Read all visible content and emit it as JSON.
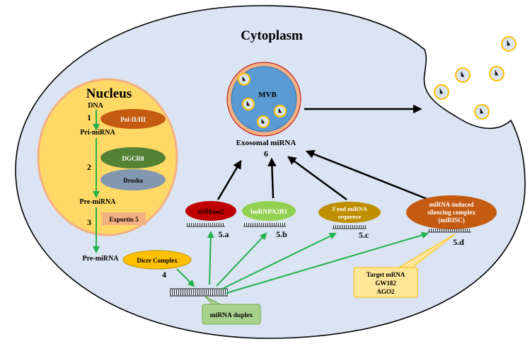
{
  "cell": {
    "cytoplasm_label": "Cytoplasm",
    "nucleus_label": "Nucleus"
  },
  "nucleus": {
    "dna": "DNA",
    "pri_mirna": "Pri-miRNA",
    "pre_mirna_inside": "Pre-miRNA",
    "steps": [
      "1",
      "2",
      "3"
    ],
    "enzymes": {
      "pol": "Pol-II/III",
      "dgcr8": "DGCR8",
      "drosha": "Drosha",
      "exportin": "Exportin 5"
    }
  },
  "cytoplasm": {
    "pre_mirna_outside": "Pre-miRNA",
    "dicer": "Dicer Complex",
    "step4": "4",
    "duplex": "miRNA duplex",
    "mvb": "MVB",
    "exosomal": "Exosomal miRNA",
    "step6": "6",
    "sorting": [
      {
        "label": "nSMase2",
        "step": "5.a"
      },
      {
        "label": "hnRNPA2B1",
        "step": "5.b"
      },
      {
        "label_line1": "3'end miRNA",
        "label_line2": "sequence",
        "step": "5.c"
      },
      {
        "label_line1": "miRNA-induced",
        "label_line2": "silencing complex",
        "label_line3": "(miRISC)",
        "step": "5.d"
      }
    ],
    "target": {
      "line1": "Target mRNA",
      "line2": "GW182",
      "line3": "AGO2"
    }
  },
  "colors": {
    "cell_fill": "#dbe4f2",
    "nucleus_fill": "#ffd966",
    "arrow_green": "#21b14c",
    "pol": "#c55a11",
    "dgcr8": "#548235",
    "drosha": "#8497b0",
    "exportin": "#f4b183",
    "dicer": "#ffc000",
    "duplex_box": "#a9d18e",
    "mvb_fill": "#5b9bd5",
    "nsmase2": "#c00000",
    "hnrnpa2b1": "#92d050",
    "end_seq": "#bf8f00",
    "mirisc": "#c55a11",
    "target_box": "#ffe699"
  }
}
